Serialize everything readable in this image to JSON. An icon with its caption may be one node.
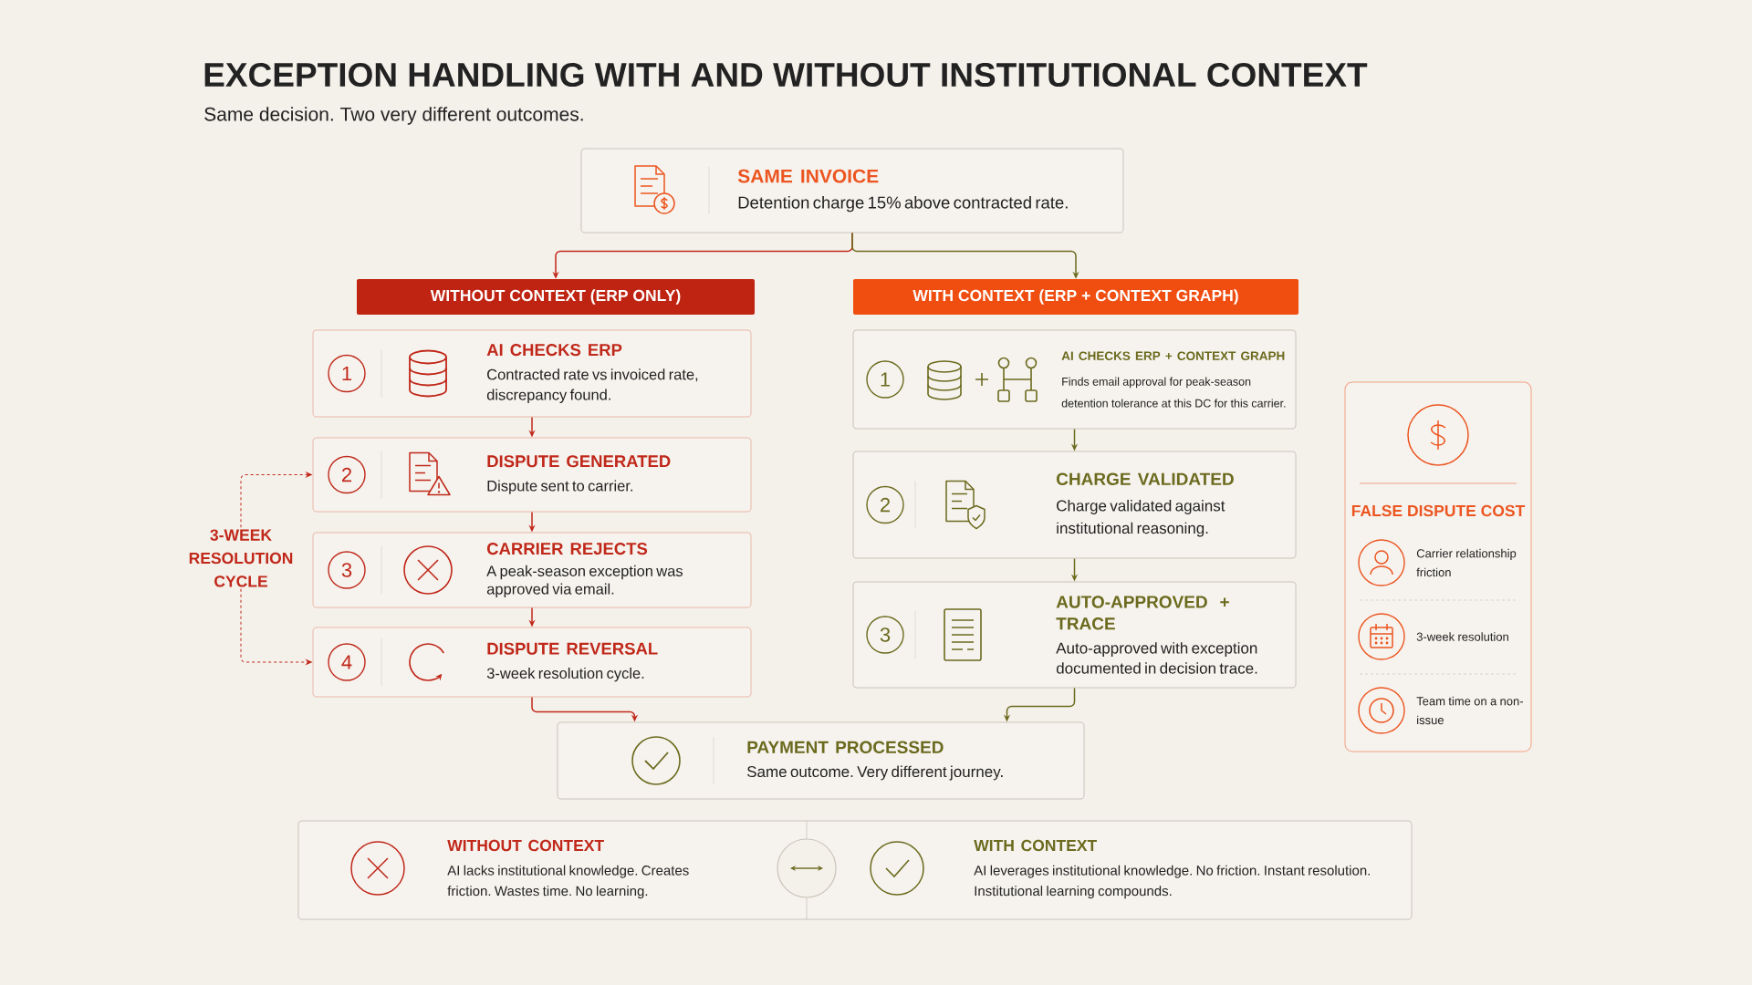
{
  "diagram": {
    "title": "EXCEPTION HANDLING WITH AND WITHOUT INSTITUTIONAL CONTEXT",
    "nodes": [
      {
        "text": [
          "SAME INVOICE",
          "Detention charge 15% above contracted rate."
        ]
      },
      {
        "text": [
          "WITHOUT CONTEXT (ERP ONLY)"
        ]
      },
      {
        "text": [
          "WITH CONTEXT (ERP + CONTEXT GRAPH)"
        ]
      },
      {
        "text": [
          "1",
          "AI CHECKS ERP",
          "Contracted rate vs invoiced rate, discrepancy found."
        ]
      },
      {
        "text": [
          "2",
          "DISPUTE GENERATED",
          "Dispute sent to carrier."
        ]
      },
      {
        "text": [
          "3",
          "CARRIER REJECTS",
          "A peak-season exception was approved via email."
        ]
      },
      {
        "text": [
          "4",
          "DISPUTE REVERSAL",
          "3-week resolution cycle."
        ]
      },
      {
        "text": [
          "1",
          "AI CHECKS ERP + CONTEXT GRAPH",
          "Finds email approval for peak-season detention tolerance at this DC for this carrier."
        ]
      },
      {
        "text": [
          "2",
          "CHARGE VALIDATED",
          "Charge validated against institutional reasoning."
        ]
      },
      {
        "text": [
          "3",
          "AUTO-APPROVED + TRACE",
          "Auto-approved with exception documented in decision trace."
        ]
      },
      {
        "text": [
          "PAYMENT PROCESSED",
          "Same outcome. Very different journey."
        ]
      },
      {
        "text": [
          "3-WEEK RESOLUTION CYCLE"
        ]
      },
      {
        "text": [
          "FALSE DISPUTE COST",
          "Carrier relationship friction",
          "3-week resolution",
          "Team time on a non-issue"
        ]
      },
      {
        "text": [
          "WITHOUT CONTEXT",
          "AI lacks institutional knowledge. Creates friction. Wastes time. No learning.",
          "WITH CONTEXT",
          "AI leverages institutional knowledge. No friction. Instant resolution. Institutional learning compounds."
        ]
      }
    ],
    "edges": [
      {
        "from": 0,
        "to": 1,
        "arrow": "to"
      },
      {
        "from": 0,
        "to": 2,
        "arrow": "to",
        "color": "#6b6a1e"
      },
      {
        "from": 3,
        "to": 4,
        "arrow": "to"
      },
      {
        "from": 4,
        "to": 5,
        "arrow": "to"
      },
      {
        "from": 5,
        "to": 6,
        "arrow": "to"
      },
      {
        "from": 7,
        "to": 8,
        "arrow": "to",
        "color": "#6b6a1e"
      },
      {
        "from": 8,
        "to": 9,
        "arrow": "to",
        "color": "#6b6a1e"
      },
      {
        "from": 6,
        "to": 10,
        "arrow": "to"
      },
      {
        "from": 9,
        "to": 10,
        "arrow": "to",
        "color": "#6b6a1e"
      },
      {
        "from": 11,
        "to": 4,
        "arrow": "to",
        "style": "dashed"
      },
      {
        "from": 11,
        "to": 6,
        "arrow": "to",
        "style": "dashed"
      }
    ],
    "labels": [
      "Same decision. Two very different outcomes."
    ]
  }
}
